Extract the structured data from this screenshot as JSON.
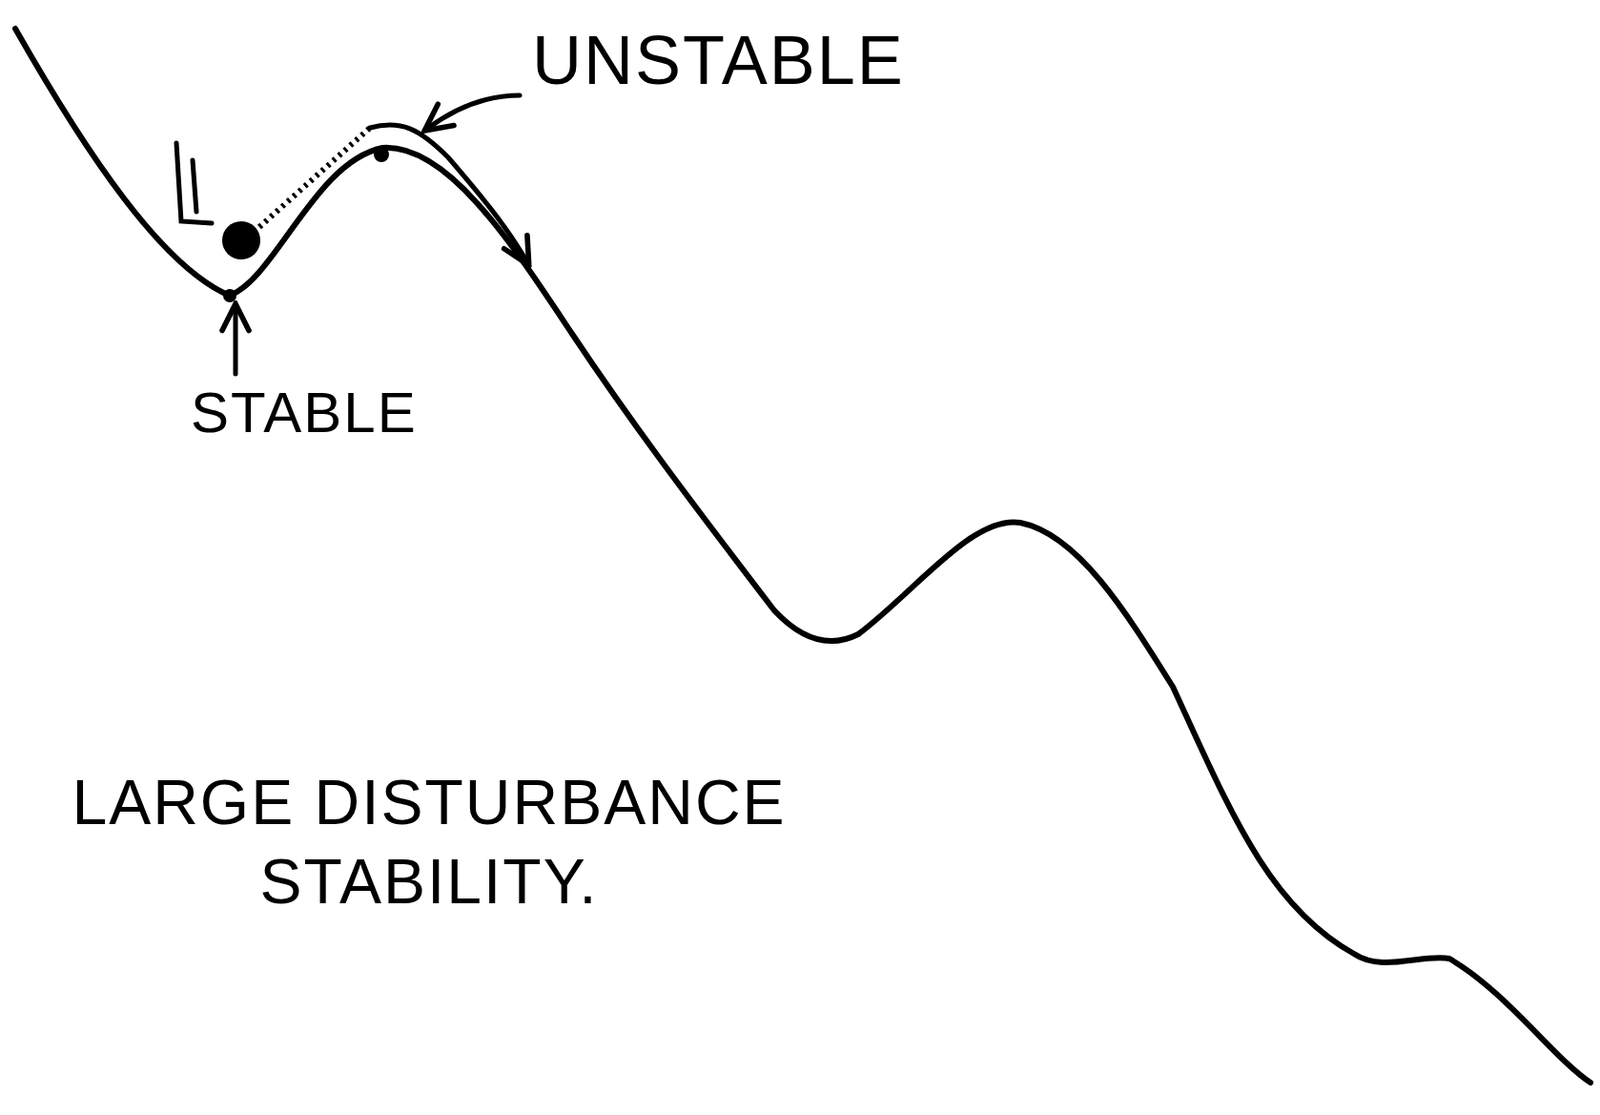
{
  "diagram": {
    "caption": "LARGE DISTURBANCE STABILITY.",
    "labels": [
      "UNSTABLE",
      "STABLE"
    ]
  }
}
